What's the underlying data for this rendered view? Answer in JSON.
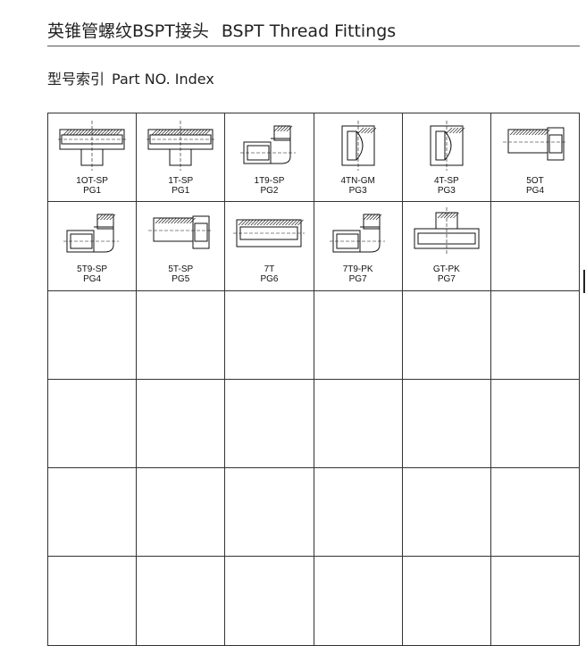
{
  "header": {
    "title_cn": "英锥管螺纹BSPT接头",
    "title_en": "BSPT Thread Fittings",
    "subtitle_cn": "型号索引",
    "subtitle_en": "Part NO. Index"
  },
  "index": {
    "items": [
      {
        "code": "1OT-SP",
        "group": "PG1",
        "icon": "male-connector-drawing"
      },
      {
        "code": "1T-SP",
        "group": "PG1",
        "icon": "male-connector-drawing"
      },
      {
        "code": "1T9-SP",
        "group": "PG2",
        "icon": "elbow-drawing"
      },
      {
        "code": "4TN-GM",
        "group": "PG3",
        "icon": "plug-drawing"
      },
      {
        "code": "4T-SP",
        "group": "PG3",
        "icon": "plug-drawing"
      },
      {
        "code": "5OT",
        "group": "PG4",
        "icon": "adapter-drawing"
      },
      {
        "code": "5T9-SP",
        "group": "PG4",
        "icon": "elbow-drawing"
      },
      {
        "code": "5T-SP",
        "group": "PG5",
        "icon": "adapter-drawing"
      },
      {
        "code": "7T",
        "group": "PG6",
        "icon": "coupling-drawing"
      },
      {
        "code": "7T9-PK",
        "group": "PG7",
        "icon": "elbow-drawing"
      },
      {
        "code": "GT-PK",
        "group": "PG7",
        "icon": "tee-drawing"
      }
    ],
    "total_cells": 36
  }
}
